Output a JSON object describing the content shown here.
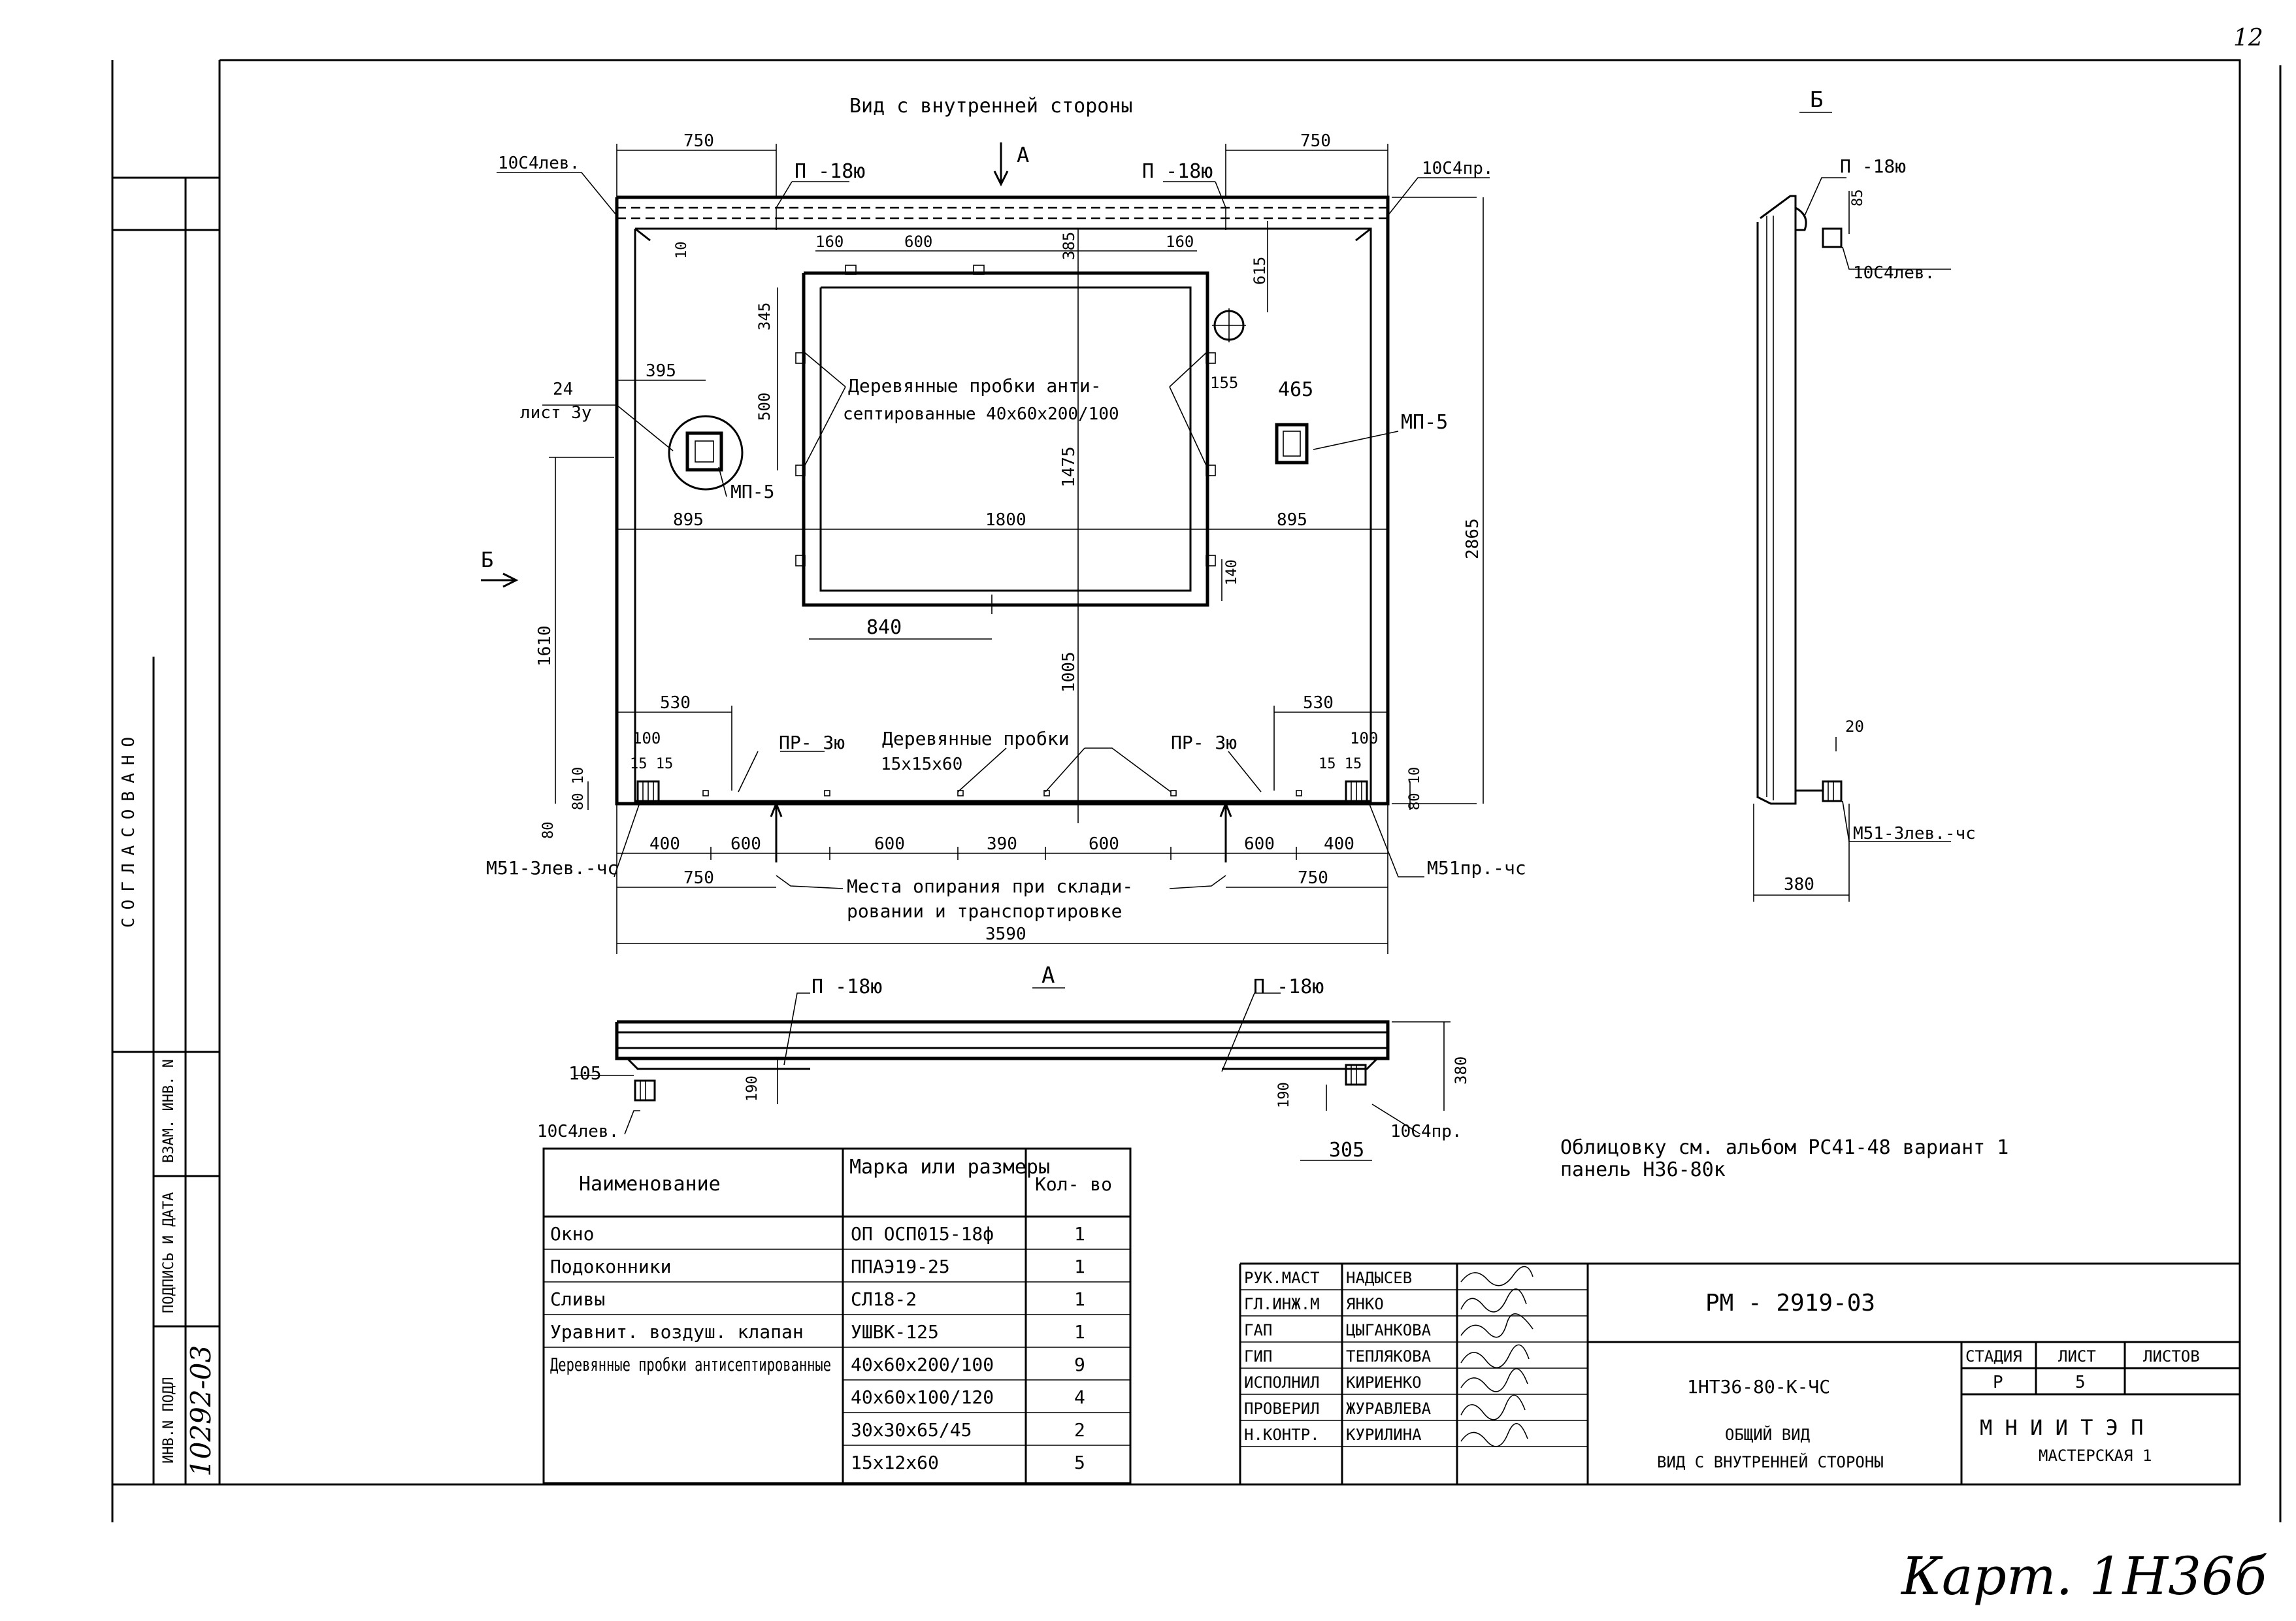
{
  "page_number": "12",
  "stamp_note": "Карт. 1Н36б",
  "sidebar": {
    "agreed": "СОГЛАСОВАНО",
    "col_inv_podl": "ИНВ.N ПОДЛ",
    "col_sign_date": "ПОДПИСЬ И ДАТА",
    "col_vzam_inv": "ВЗАМ. ИНВ. N",
    "inv_number": "10292-03"
  },
  "front_view": {
    "title": "Вид с внутренней стороны",
    "arrow_a": "А",
    "arrow_b": "Б",
    "callouts": {
      "p18_left": "П -18ю",
      "p18_right": "П -18ю",
      "c10_left": "10С4лев.",
      "c10_right": "10С4пр.",
      "sheet_ref_num": "24",
      "sheet_ref": "лист 3у",
      "mp5_left": "МП-5",
      "mp5_right": "МП-5",
      "pr3_left": "ПР- 3ю",
      "pr3_right": "ПР- 3ю",
      "m51_left": "М51-3лев.-чс",
      "m51_right": "М51пр.-чс"
    },
    "notes": {
      "wood_plugs_1": "Деревянные пробки анти-",
      "wood_plugs_2": "септированные   40х60х200/100",
      "wood_plugs_bottom_1": "Деревянные пробки",
      "wood_plugs_bottom_2": "15х15х60",
      "support_1": "Места опирания при склади-",
      "support_2": "ровании и транспортировке"
    },
    "dims": {
      "top_left_750": "750",
      "top_right_750": "750",
      "d160a": "160",
      "d600": "600",
      "d385": "385",
      "d160b": "160",
      "d10": "10",
      "d615": "615",
      "d345": "345",
      "d500": "500",
      "d395": "395",
      "d155": "155",
      "d465": "465",
      "d1475": "1475",
      "d2865": "2865",
      "d895_left": "895",
      "d1800": "1800",
      "d895_right": "895",
      "d140": "140",
      "d840": "840",
      "d1610": "1610",
      "d1005": "1005",
      "d530_left": "530",
      "d530_right": "530",
      "d100_left": "100",
      "d100_right": "100",
      "d15_15_left": "15 15",
      "d15_15_right": "15 15",
      "d80_10_left": "80 10",
      "d80_left": "80",
      "d80_10_right": "80 10",
      "b400a": "400",
      "b600a": "600",
      "b600b": "600",
      "b390": "390",
      "b600c": "600",
      "b600d": "600",
      "b400b": "400",
      "b750a": "750",
      "b750b": "750",
      "b3590": "3590"
    }
  },
  "section_b": {
    "title": "Б",
    "p18": "П -18ю",
    "d85": "85",
    "c10": "10С4лев.",
    "d20": "20",
    "m51": "М51-3лев.-чс",
    "d380": "380"
  },
  "plan_a": {
    "title": "А",
    "p18_left": "П -18ю",
    "p18_right": "П -18ю",
    "d105": "105",
    "d190a": "190",
    "d190b": "190",
    "d380": "380",
    "d305": "305",
    "c10_left": "10С4лев.",
    "c10_right": "10С4пр."
  },
  "facing_note": {
    "line1": "Облицовку см. альбом РС41-48 вариант 1",
    "line2": "панель Н36-80к"
  },
  "spec_table": {
    "headers": [
      "Наименование",
      "Марка или размеры",
      "Кол- во"
    ],
    "rows": [
      [
        "Окно",
        "ОП ОСП015-18ф",
        "1"
      ],
      [
        "Подоконники",
        "ППАЭ19-25",
        "1"
      ],
      [
        "Сливы",
        "СЛ18-2",
        "1"
      ],
      [
        "Уравнит. воздуш. клапан",
        "УШВК-125",
        "1"
      ],
      [
        "Деревянные пробки антисептированные",
        "40х60х200/100",
        "9"
      ],
      [
        "",
        "40х60х100/120",
        "4"
      ],
      [
        "",
        "30х30х65/45",
        "2"
      ],
      [
        "",
        "15х12х60",
        "5"
      ]
    ]
  },
  "title_block": {
    "roles": [
      "РУК.МАСТ",
      "ГЛ.ИНЖ.М",
      "ГАП",
      "ГИП",
      "ИСПОЛНИЛ",
      "ПРОВЕРИЛ",
      "Н.КОНТР."
    ],
    "names": [
      "НАДЫСЕВ",
      "ЯНКО",
      "ЦЫГАНКОВА",
      "ТЕПЛЯКОВА",
      "КИРИЕНКО",
      "ЖУРАВЛЕВА",
      "КУРИЛИНА"
    ],
    "doc_code": "РМ - 2919-03",
    "mark": "1НТ36-80-К-ЧС",
    "title1": "ОБЩИЙ ВИД",
    "title2": "ВИД С ВНУТРЕННЕЙ СТОРОНЫ",
    "stage_label": "СТАДИЯ",
    "sheet_label": "ЛИСТ",
    "sheets_label": "ЛИСТОВ",
    "stage": "Р",
    "sheet": "5",
    "sheets": "",
    "org": "М Н И И Т Э П",
    "dept": "МАСТЕРСКАЯ 1"
  }
}
